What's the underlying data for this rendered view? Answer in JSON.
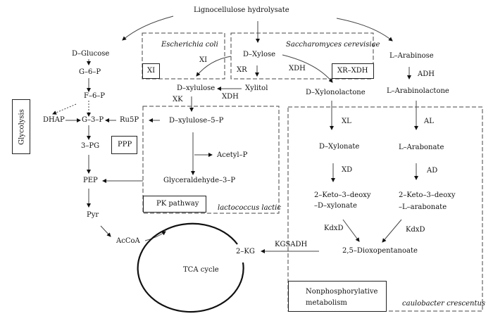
{
  "source": "Lignocellulose hydrolysate",
  "organisms": {
    "ecoli": "Escherichia coli",
    "scerevisiae": "Saccharomyces cerevisiae",
    "lactococcus": "lactococcus lactic",
    "caulobacter": "caulobacter crescentus"
  },
  "pathway_boxes": {
    "xi": "XI",
    "xr_xdh": "XR–XDH",
    "ppp": "PPP",
    "pk": "PK pathway",
    "glycolysis": "Glycolysis",
    "nonphos_line1": "Nonphosphorylative",
    "nonphos_line2": "metabolism"
  },
  "metabolites": {
    "d_glucose": "D–Glucose",
    "g6p": "G–6–P",
    "f6p": "F–6–P",
    "dhap": "DHAP",
    "g3p": "G–3–P",
    "ru5p": "Ru5P",
    "pg3": "3–PG",
    "pep": "PEP",
    "pyr": "Pyr",
    "accoa": "AcCoA",
    "d_xylose": "D–Xylose",
    "xylitol": "Xylitol",
    "d_xylulose": "D–xylulose",
    "d_xylulose5p": "D–xylulose–5–P",
    "acetyl_p": "Acetyl–P",
    "glyceraldehyde3p": "Glyceraldehyde–3–P",
    "l_arabinose": "L–Arabinose",
    "l_arabinolactone": "L–Arabinolactone",
    "d_xylonolactone": "D–Xylonolactone",
    "d_xylonate": "D–Xylonate",
    "l_arabonate": "L–Arabonate",
    "kdx_line1": "2–Keto–3–deoxy",
    "kdx_line2": "–D–xylonate",
    "kda_line1": "2–Keto–3–deoxy",
    "kda_line2": "–L–arabonate",
    "dioxo": "2,5–Dioxopentanoate",
    "kg2": "2–KG",
    "tca": "TCA cycle"
  },
  "enzymes": {
    "xi": "XI",
    "xr": "XR",
    "xdh_top": "XDH",
    "xdh_mid": "XDH",
    "xk": "XK",
    "adh": "ADH",
    "xl": "XL",
    "al": "AL",
    "xd": "XD",
    "ad": "AD",
    "kdxd_left": "KdxD",
    "kdxd_right": "KdxD",
    "kgsadh": "KGSADH"
  }
}
